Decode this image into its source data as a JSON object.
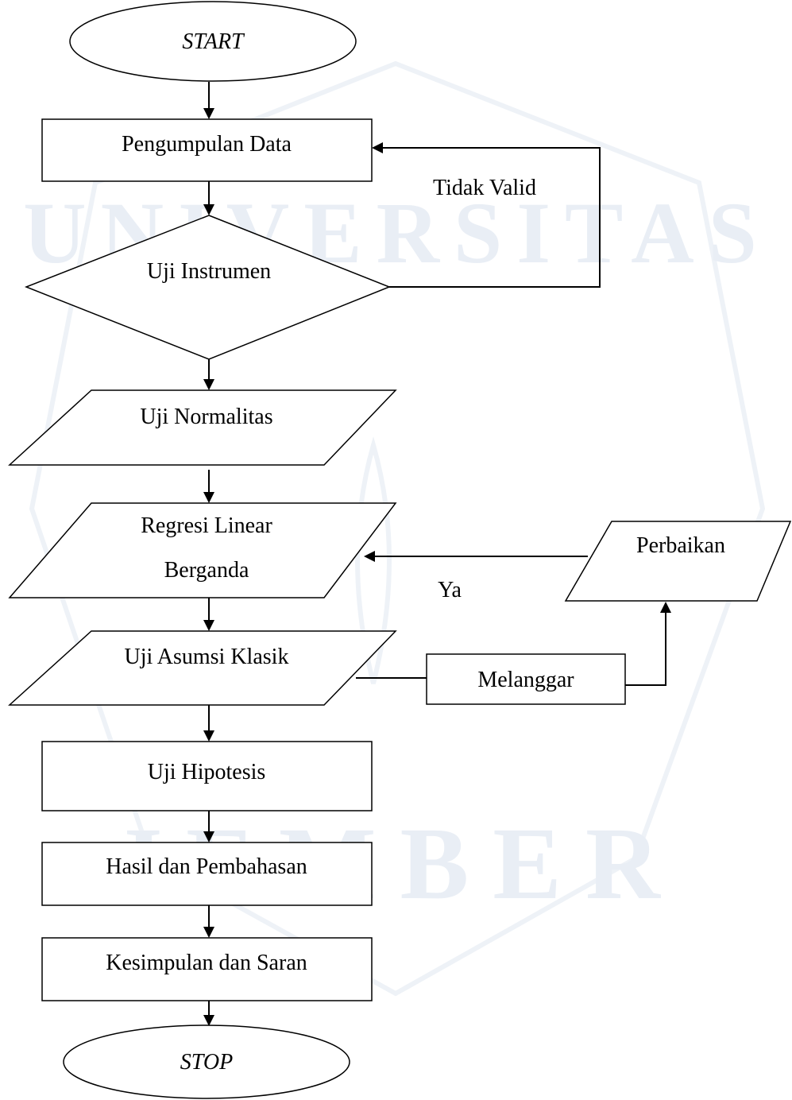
{
  "flowchart": {
    "nodes": {
      "start": "START",
      "pengumpulan_data": "Pengumpulan Data",
      "uji_instrumen": "Uji Instrumen",
      "uji_normalitas": "Uji Normalitas",
      "regresi_line1": "Regresi Linear",
      "regresi_line2": "Berganda",
      "uji_asumsi_klasik": "Uji Asumsi Klasik",
      "melanggar": "Melanggar",
      "perbaikan": "Perbaikan",
      "uji_hipotesis": "Uji Hipotesis",
      "hasil_pembahasan": "Hasil dan Pembahasan",
      "kesimpulan_saran": "Kesimpulan dan Saran",
      "stop": "STOP"
    },
    "edge_labels": {
      "tidak_valid": "Tidak Valid",
      "ya": "Ya"
    }
  },
  "watermark": {
    "top_text": "UNIVERSITAS",
    "bottom_text": "JEMBER",
    "color": "#e9eef5"
  },
  "colors": {
    "line": "#000000",
    "background": "#ffffff"
  }
}
